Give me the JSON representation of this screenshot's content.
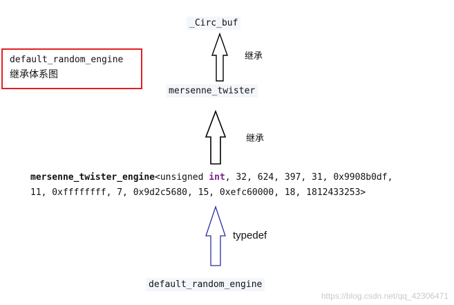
{
  "title_box": {
    "code": "default_random_engine",
    "caption": "继承体系图"
  },
  "nodes": {
    "circ_buf": "_Circ_buf",
    "mersenne_twister": "mersenne_twister",
    "engine_name": "mersenne_twister_engine",
    "engine_open": "<unsigned ",
    "engine_kw": "int",
    "engine_args1": ", 32, 624, 397, 31, 0x9908b0df,",
    "engine_args2": "11, 0xffffffff, 7, 0x9d2c5680, 15, 0xefc60000, 18, 1812433253>",
    "default_random_engine": "default_random_engine"
  },
  "relations": {
    "inherit_top": "继承",
    "inherit_mid": "继承",
    "typedef": "typedef"
  },
  "colors": {
    "box_border": "#e02020",
    "arrow_black": "#000000",
    "arrow_blue": "#2a2f9c"
  },
  "watermark": "https://blog.csdn.net/qq_42306471"
}
